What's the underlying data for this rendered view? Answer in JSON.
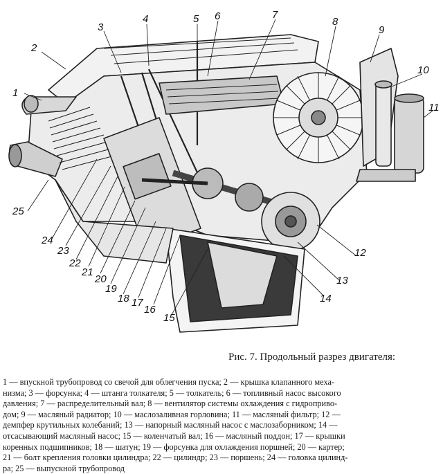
{
  "figure": {
    "callouts": [
      "1",
      "2",
      "3",
      "4",
      "5",
      "6",
      "7",
      "8",
      "9",
      "10",
      "11",
      "12",
      "13",
      "14",
      "15",
      "16",
      "17",
      "18",
      "19",
      "20",
      "21",
      "22",
      "23",
      "24",
      "25"
    ]
  },
  "caption": "Рис. 7. Продольный разрез двигателя:",
  "legend_lines": [
    "1 — впускной трубопровод со свечой для облегчения пуска; 2 — крышка клапанного меха-",
    "низма; 3 — форсунка; 4 — штанга толкателя; 5 — толкатель; 6 — топливный насос высокого",
    "давления; 7 — распределительный вал; 8 — вентилятор системы охлаждения с гидроприво-",
    "дом; 9 — масляный радиатор; 10 — маслозаливная горловина; 11 — масляный фильтр; 12 —",
    "демпфер крутильных колебаний; 13 — напорный масляный насос с маслозаборником; 14 —",
    "отсасывающий масляный насос; 15 — коленчатый вал; 16 — масляный поддон; 17 — крышки",
    "коренных подшипников; 18 — шатун; 19 — форсунка для охлаждения поршней; 20 — картер;",
    "21 — болт крепления головки цилиндра; 22 — цилиндр; 23 — поршень; 24 — головка цилинд-",
    "ра; 25 — выпускной трубопровод"
  ]
}
